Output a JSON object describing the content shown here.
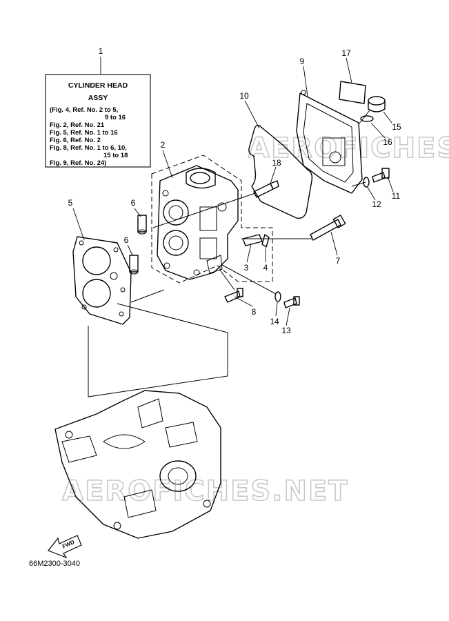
{
  "info_box": {
    "title_line1": "CYLINDER HEAD",
    "title_line2": "ASSY",
    "refs": [
      "(Fig. 4, Ref. No. 2 to 5,",
      "9 to 16",
      "Fig. 2, Ref. No. 21",
      "Fig. 5, Ref. No. 1 to 16",
      "Fig. 6, Ref. No. 2",
      "Fig. 8, Ref. No. 1 to 6, 10,",
      "15 to 18",
      "Fig. 9, Ref. No. 24)"
    ]
  },
  "callouts": [
    "1",
    "2",
    "3",
    "4",
    "5",
    "6",
    "6",
    "7",
    "8",
    "9",
    "10",
    "11",
    "12",
    "13",
    "14",
    "15",
    "16",
    "17",
    "18"
  ],
  "watermarks": [
    "AEROFICHES.NET",
    "AEROFICHES.NET"
  ],
  "fwd_label": "FWD",
  "drawing_code": "66M2300-3040"
}
